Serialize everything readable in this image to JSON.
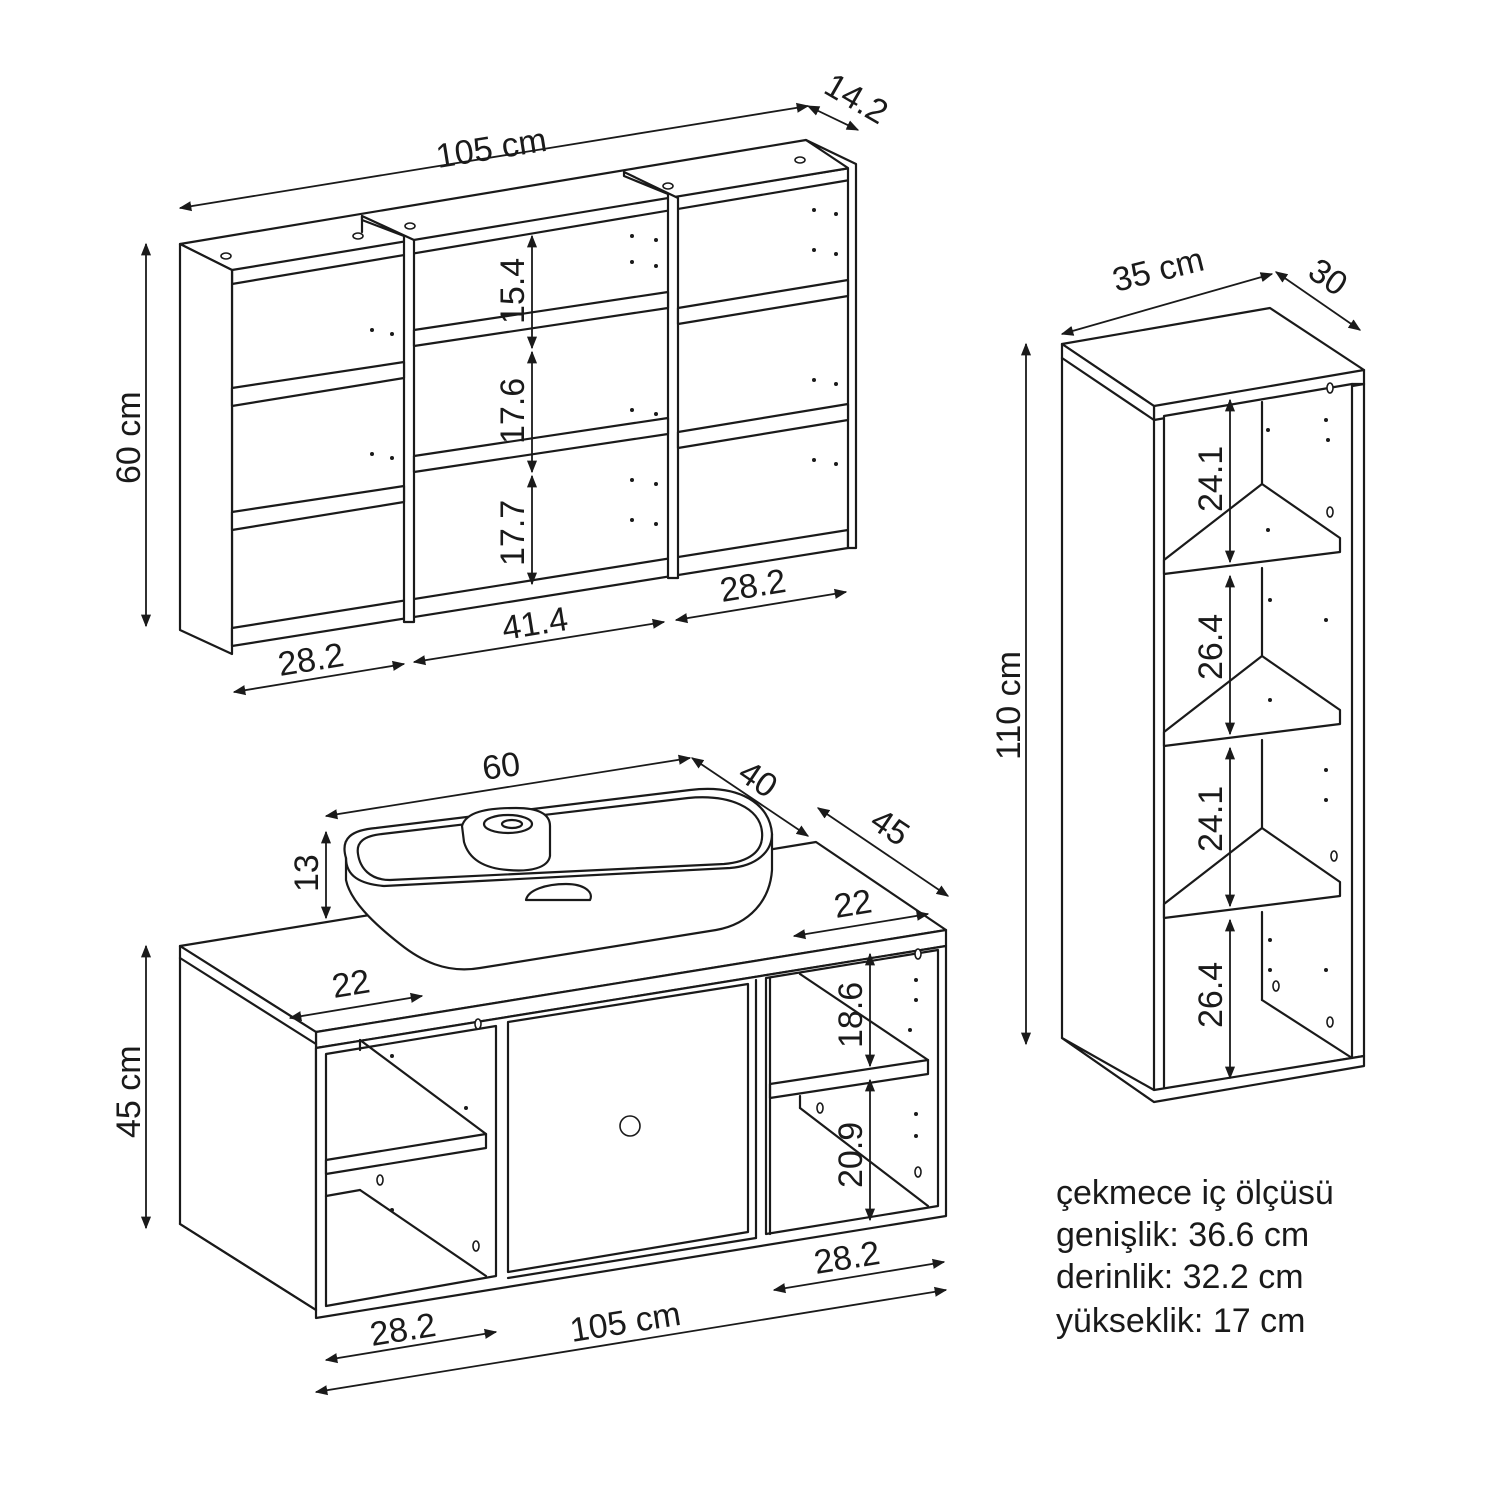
{
  "wall_shelf": {
    "width": "105 cm",
    "depth": "14.2",
    "height": "60 cm",
    "shelf_heights": [
      "15.4",
      "17.6",
      "17.7"
    ],
    "section_widths": [
      "28.2",
      "41.4",
      "28.2"
    ]
  },
  "tall_cabinet": {
    "width": "35 cm",
    "depth": "30",
    "height": "110 cm",
    "shelf_heights": [
      "24.1",
      "26.4",
      "24.1",
      "26.4"
    ]
  },
  "vanity": {
    "basin_width": "60",
    "basin_depth": "40",
    "basin_height": "13",
    "cabinet_depth": "45",
    "height": "45 cm",
    "top_left": "22",
    "top_right": "22",
    "right_shelf_heights": [
      "18.6",
      "20.9"
    ],
    "left_width": "28.2",
    "right_width": "28.2",
    "total_width": "105 cm"
  },
  "drawer_note": {
    "title": "çekmece iç ölçüsü",
    "width_line": "genişlik: 36.6 cm",
    "depth_line": "derinlik: 32.2 cm",
    "height_line": "yükseklik: 17 cm"
  }
}
